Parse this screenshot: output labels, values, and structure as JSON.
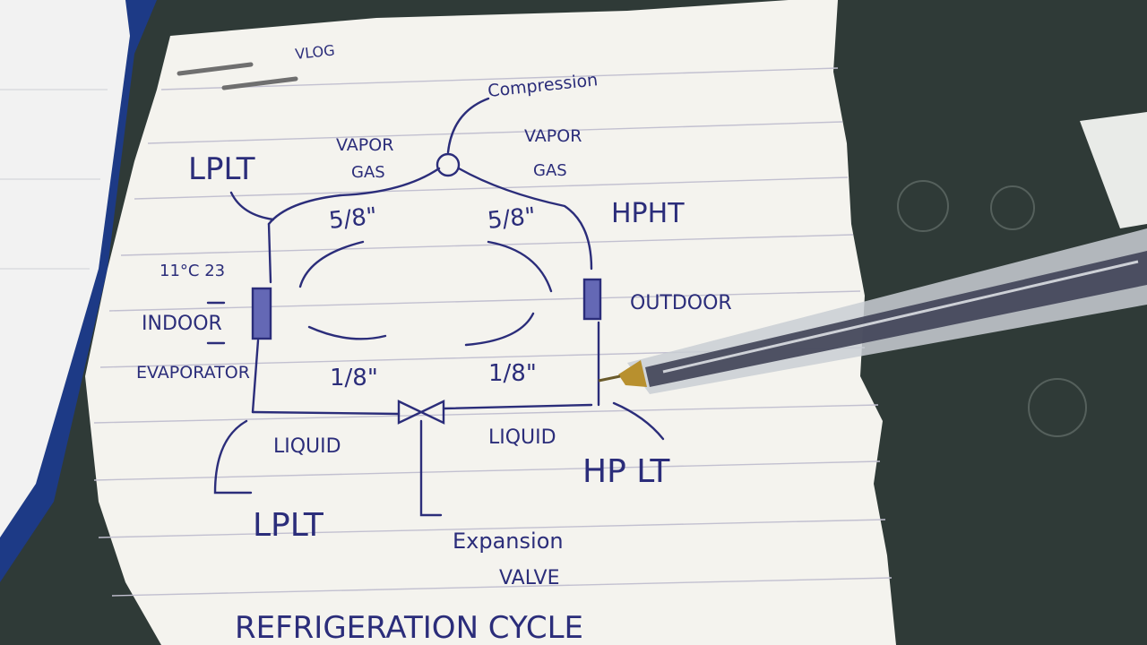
{
  "photo": {
    "description_free": true,
    "colors": {
      "ink": "#2b2d7a",
      "paper": "#f4f3ee",
      "table": "#2f3a37",
      "notebook_cover": "#1d3a86",
      "rule_line": "#b9b7c9"
    }
  },
  "note": {
    "corner_label": "VLOG",
    "compressor_label": "Compression",
    "left_vapor_label": "VAPOR",
    "left_gas_label": "GAS",
    "right_vapor_label": "VAPOR",
    "right_gas_label": "GAS",
    "lplt_top": "LPLT",
    "hpht_right": "HPHT",
    "pipe_top_left": "5/8\"",
    "pipe_top_right": "5/8\"",
    "pipe_bottom_left": "1/8\"",
    "pipe_bottom_right": "1/8\"",
    "temp_label": "11°C 23",
    "indoor_label": "INDOOR",
    "evaporator_label": "EVAPORATOR",
    "outdoor_label": "OUTDOOR",
    "liquid_left": "LIQUID",
    "liquid_right": "LIQUID",
    "hplt_bottom": "HP LT",
    "lplt_bottom": "LPLT",
    "expansion_label": "Expansion",
    "valve_label": "VALVE",
    "title": "REFRIGERATION CYCLE"
  },
  "icons": [
    "pen-icon",
    "compressor-symbol-icon",
    "expansion-valve-icon",
    "coil-icon"
  ]
}
